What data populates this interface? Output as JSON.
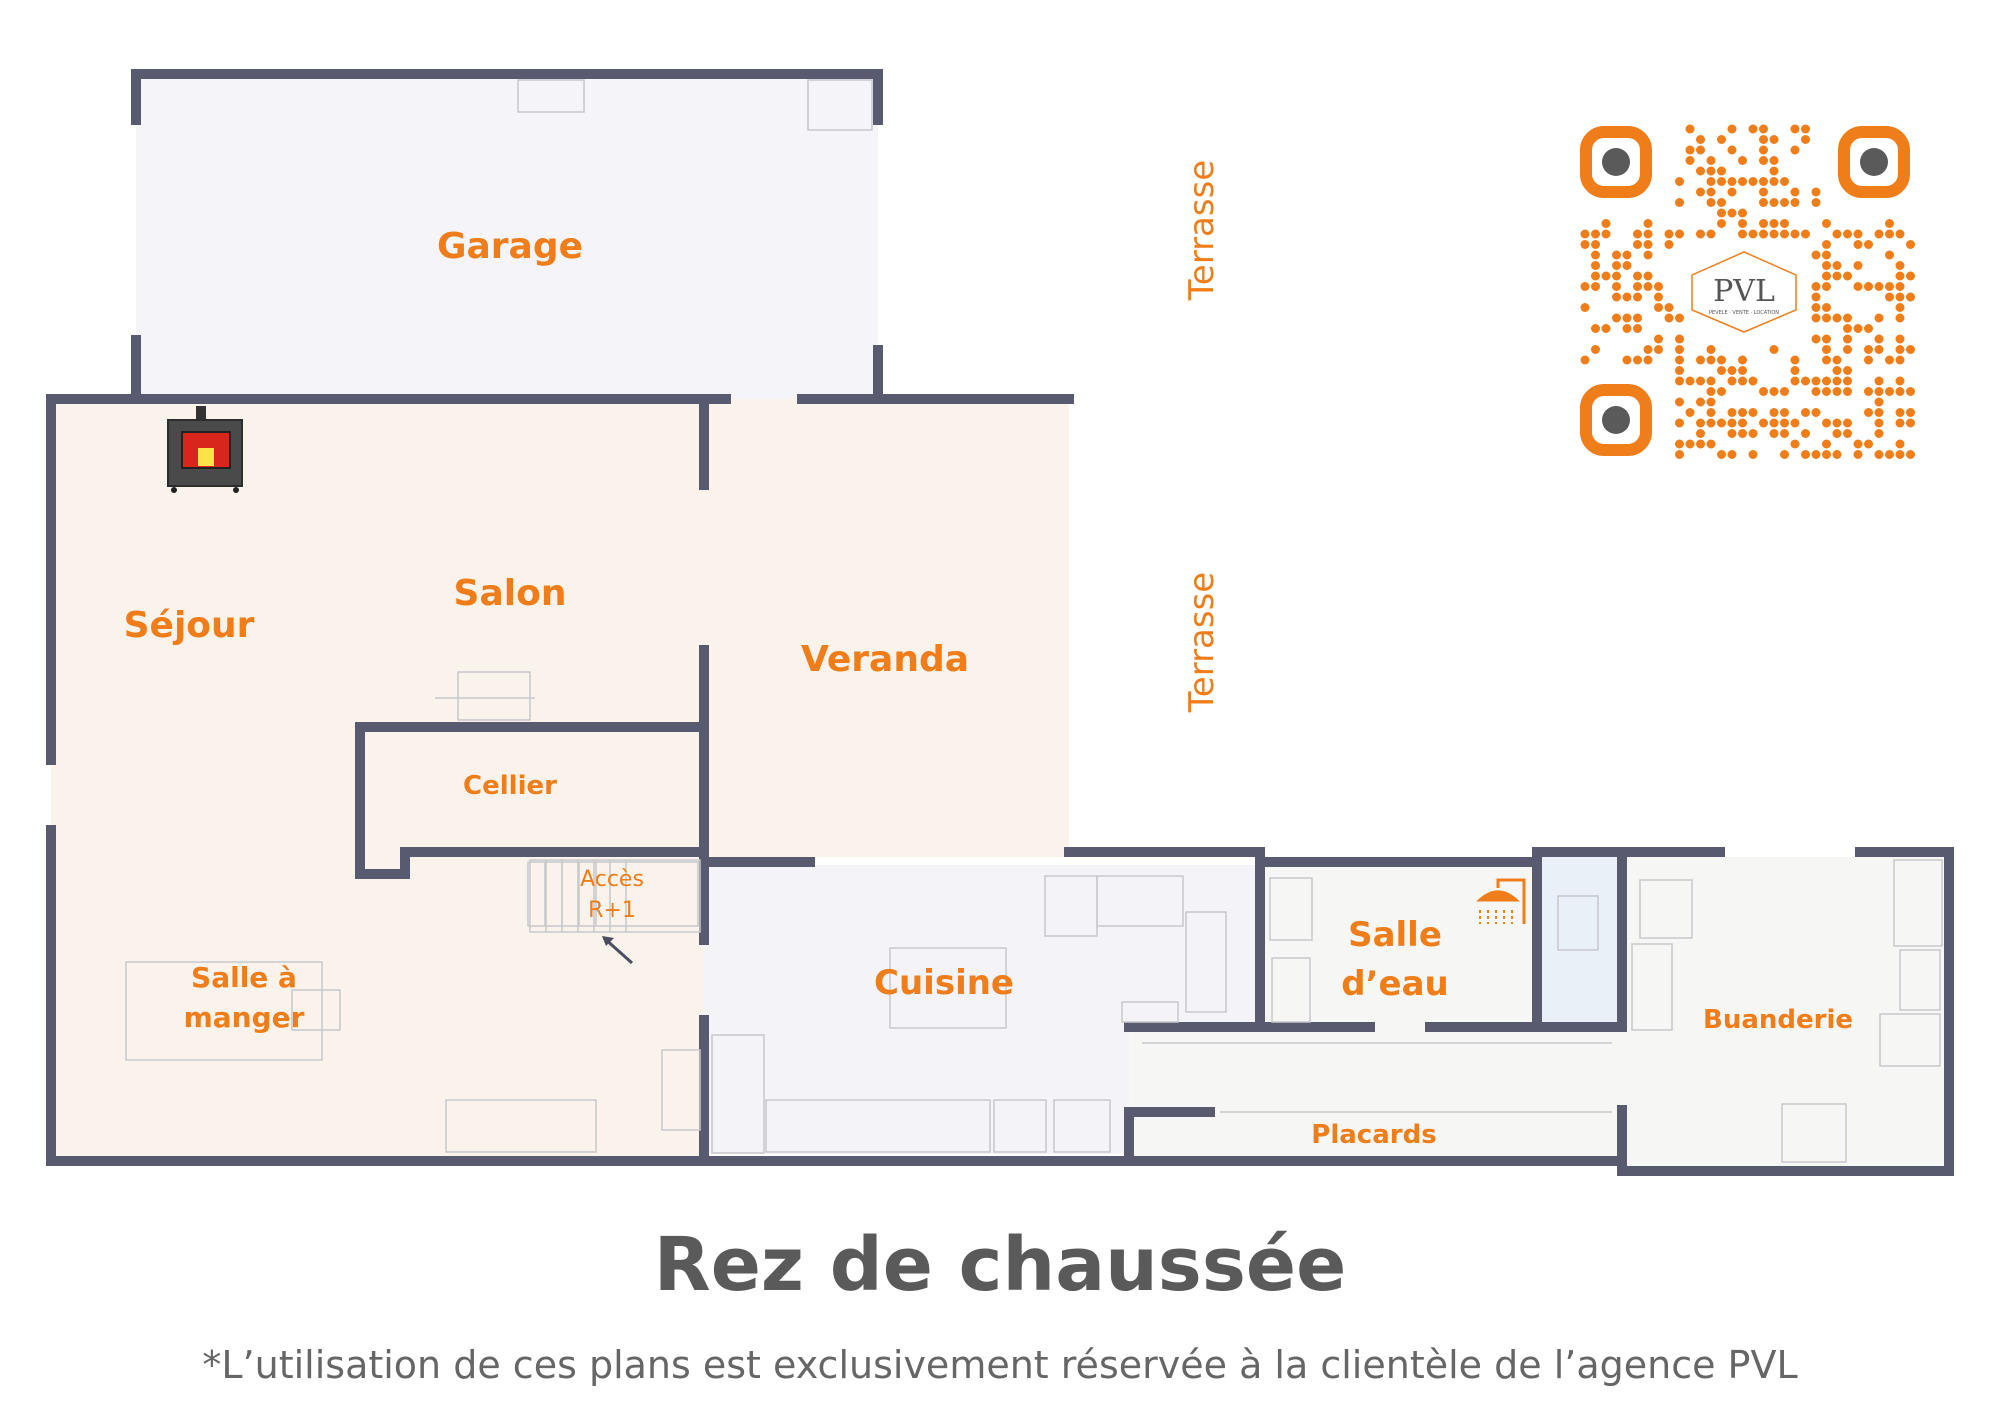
{
  "plan": {
    "rooms": {
      "garage": "Garage",
      "sejour": "Séjour",
      "salon": "Salon",
      "veranda": "Veranda",
      "cellier": "Cellier",
      "acces_line1": "Accès",
      "acces_line2": "R+1",
      "salle_a_manger_line1": "Salle à",
      "salle_a_manger_line2": "manger",
      "cuisine": "Cuisine",
      "salle_deau_line1": "Salle",
      "salle_deau_line2": "d’eau",
      "buanderie": "Buanderie",
      "placards": "Placards"
    },
    "terrasse_top": "Terrasse",
    "terrasse_bottom": "Terrasse",
    "colors": {
      "wall": "#585a70",
      "label": "#ef7d1a",
      "garage_floor": "#f4f4f9",
      "living_floor": "#f9f3ec",
      "kitchen_floor": "#f3f3f8",
      "service_floor": "#f6f6f4",
      "wc_floor": "#eaf0f8"
    }
  },
  "qr": {
    "logo_main": "PVL",
    "logo_sub": "PEVELE · VENTE · LOCATION",
    "color": "#ef7d1a",
    "eye_color": "#5a5a5a"
  },
  "footer": {
    "title": "Rez de chaussée",
    "disclaimer": "*L’utilisation de ces plans est exclusivement réservée à la clientèle de l’agence PVL"
  }
}
